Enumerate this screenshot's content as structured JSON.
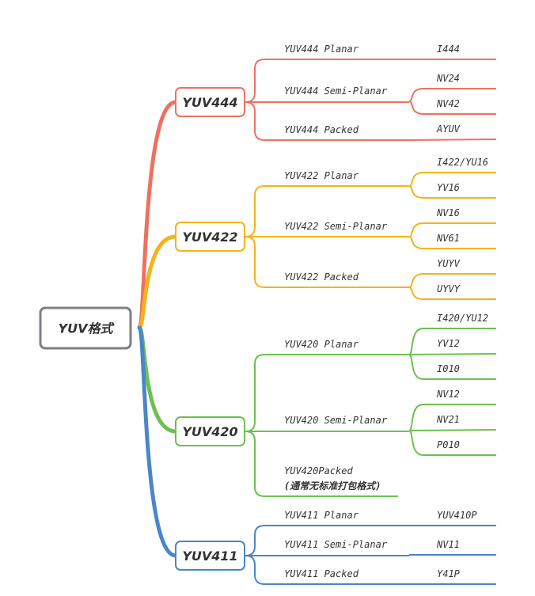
{
  "root": {
    "label": "YUV格式"
  },
  "colors": {
    "root_border": "#7b8088",
    "YUV444": "#f07060",
    "YUV422": "#f5b21b",
    "YUV420": "#6cc050",
    "YUV411": "#4a86c8"
  },
  "groups": [
    {
      "label": "YUV444",
      "color": "#f07060",
      "subs": [
        {
          "label": "YUV444 Planar",
          "leaves": [
            "I444"
          ]
        },
        {
          "label": "YUV444 Semi-Planar",
          "leaves": [
            "NV24",
            "NV42"
          ]
        },
        {
          "label": "YUV444 Packed",
          "leaves": [
            "AYUV"
          ]
        }
      ]
    },
    {
      "label": "YUV422",
      "color": "#f5b21b",
      "subs": [
        {
          "label": "YUV422 Planar",
          "leaves": [
            "I422/YU16",
            "YV16"
          ]
        },
        {
          "label": "YUV422 Semi-Planar",
          "leaves": [
            "NV16",
            "NV61"
          ]
        },
        {
          "label": "YUV422 Packed",
          "leaves": [
            "YUYV",
            "UYVY"
          ]
        }
      ]
    },
    {
      "label": "YUV420",
      "color": "#6cc050",
      "subs": [
        {
          "label": "YUV420 Planar",
          "leaves": [
            "I420/YU12",
            "YV12",
            "I010"
          ]
        },
        {
          "label": "YUV420 Semi-Planar",
          "leaves": [
            "NV12",
            "NV21",
            "P010"
          ]
        },
        {
          "label": "YUV420Packed",
          "note": "(通常无标准打包格式)",
          "leaves": []
        }
      ]
    },
    {
      "label": "YUV411",
      "color": "#4a86c8",
      "subs": [
        {
          "label": "YUV411 Planar",
          "leaves": [
            "YUV410P"
          ]
        },
        {
          "label": "YUV411 Semi-Planar",
          "leaves": [
            "NV11"
          ]
        },
        {
          "label": "YUV411 Packed",
          "leaves": [
            "Y41P"
          ]
        }
      ]
    }
  ]
}
